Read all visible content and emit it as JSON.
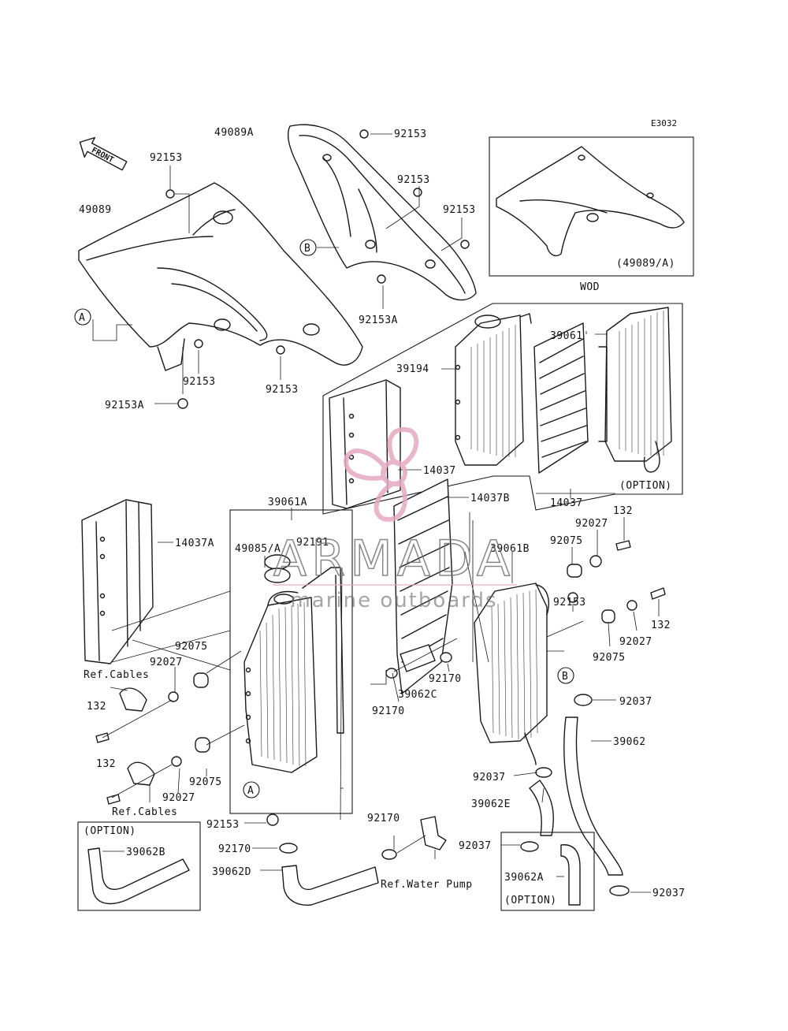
{
  "diagram_code": "E3032",
  "front_arrow_label": "FRONT",
  "inset_shroud": {
    "part_label": "(49089/A)",
    "caption": "WOD"
  },
  "option_caption": "(OPTION)",
  "callouts": {
    "a": "A",
    "b": "B"
  },
  "labels": {
    "l_49089A": "49089A",
    "l_92153_top": "92153",
    "l_92153_left": "92153",
    "l_49089": "49089",
    "l_92153_mid": "92153",
    "l_92153_right": "92153",
    "l_92153A_mid": "92153A",
    "l_92153_lower_a": "92153",
    "l_92153_lower_b": "92153",
    "l_92153A_left": "92153A",
    "l_39194": "39194",
    "l_39061": "39061",
    "l_14037_a": "14037",
    "l_14037_b": "14037",
    "l_39061A": "39061A",
    "l_14037B": "14037B",
    "l_14037A": "14037A",
    "l_49085A": "49085/A",
    "l_92191": "92191",
    "l_39061B": "39061B",
    "l_92027_top": "92027",
    "l_132_top": "132",
    "l_92075_top": "92075",
    "l_92153_rad": "92153",
    "l_132_right": "132",
    "l_92027_right": "92027",
    "l_92075_right": "92075",
    "l_92075_left": "92075",
    "l_92027_left": "92027",
    "l_ref_cables_a": "Ref.Cables",
    "l_132_left": "132",
    "l_92170_a": "92170",
    "l_39062C": "39062C",
    "l_92170_b": "92170",
    "l_92037_a": "92037",
    "l_39062": "39062",
    "l_132_low": "132",
    "l_92075_low": "92075",
    "l_92027_low": "92027",
    "l_ref_cables_b": "Ref.Cables",
    "l_92153_bottom": "92153",
    "l_92037_b": "92037",
    "l_39062E": "39062E",
    "l_92170_c": "92170",
    "l_92170_d": "92170",
    "l_39062B": "39062B",
    "l_39062D": "39062D",
    "l_ref_water_pump": "Ref.Water Pump",
    "l_92037_c": "92037",
    "l_39062A": "39062A",
    "l_92037_d": "92037"
  },
  "watermark": {
    "brand": "ARMADA",
    "tagline": "marine outboards",
    "color_logo": "#e6a9c2",
    "color_text": "#6b6b6b"
  }
}
